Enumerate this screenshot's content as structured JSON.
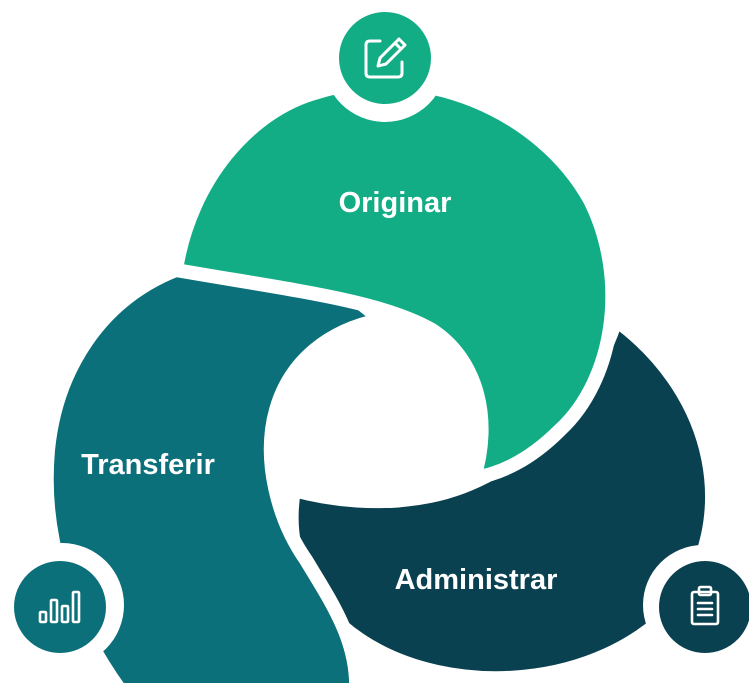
{
  "diagram": {
    "colors": {
      "originar": "#12AD85",
      "transferir": "#0C707A",
      "administrar": "#0A4150",
      "gap": "#ffffff",
      "icon_stroke": "#ffffff"
    },
    "segments": [
      {
        "id": "originar",
        "label": "Originar",
        "icon": "edit-square-icon"
      },
      {
        "id": "transferir",
        "label": "Transferir",
        "icon": "bar-chart-icon"
      },
      {
        "id": "administrar",
        "label": "Administrar",
        "icon": "clipboard-icon"
      }
    ]
  }
}
